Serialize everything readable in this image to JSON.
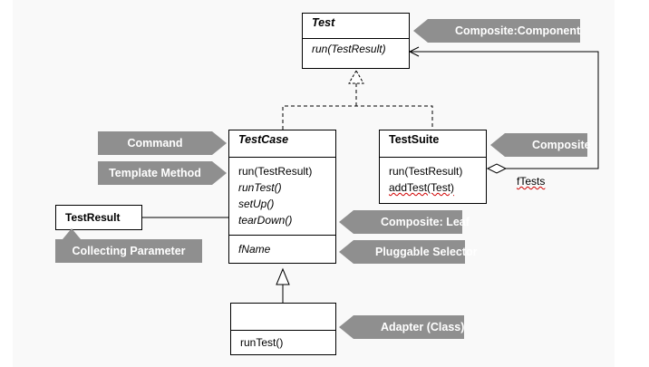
{
  "classes": {
    "test": {
      "name": "Test",
      "ops": [
        "run(TestResult)"
      ]
    },
    "testcase": {
      "name": "TestCase",
      "ops": [
        "run(TestResult)",
        "runTest()",
        "setUp()",
        "tearDown()"
      ],
      "attrs": [
        "fName"
      ]
    },
    "testsuite": {
      "name": "TestSuite",
      "ops": [
        "run(TestResult)",
        "addTest(Test)"
      ]
    },
    "testresult": {
      "name": "TestResult"
    },
    "adapter": {
      "name": "",
      "ops": [
        "runTest()"
      ]
    }
  },
  "association": {
    "role": "fTests"
  },
  "annotations": {
    "composite_component": "Composite:Component",
    "command": "Command",
    "template_method": "Template Method",
    "composite": "Composite",
    "composite_leaf": "Composite: Leaf",
    "collecting_parameter": "Collecting Parameter",
    "pluggable_selector": "Pluggable Selector",
    "adapter_class": "Adapter (Class)"
  },
  "colors": {
    "tag_bg": "#8f8f8f",
    "tag_text": "#ffffff",
    "line": "#000000"
  }
}
